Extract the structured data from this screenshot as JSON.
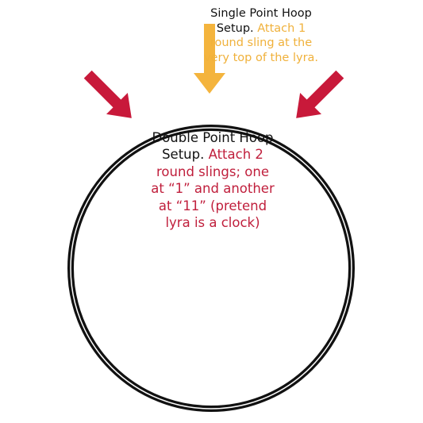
{
  "single_point": {
    "title": "Single Point Hoop Setup.",
    "instruction": "Attach 1 round sling at the very top of the lyra."
  },
  "double_point": {
    "title": "Double Point Hoop Setup.",
    "instruction": "Attach 2 round slings; one at “1” and another at “11” (pretend lyra is a clock)"
  },
  "colors": {
    "hoop": "#111111",
    "hoop_inner_line": "#ffffff",
    "single_arrow": "#f4b43d",
    "double_arrows": "#c8193a",
    "title_text": "#111111",
    "single_instruction_text": "#f0b13b",
    "double_instruction_text": "#c01f3c"
  },
  "icons": {
    "top_arrow": "down-arrow-icon",
    "left_arrow": "diagonal-arrow-icon",
    "right_arrow": "diagonal-arrow-icon"
  }
}
